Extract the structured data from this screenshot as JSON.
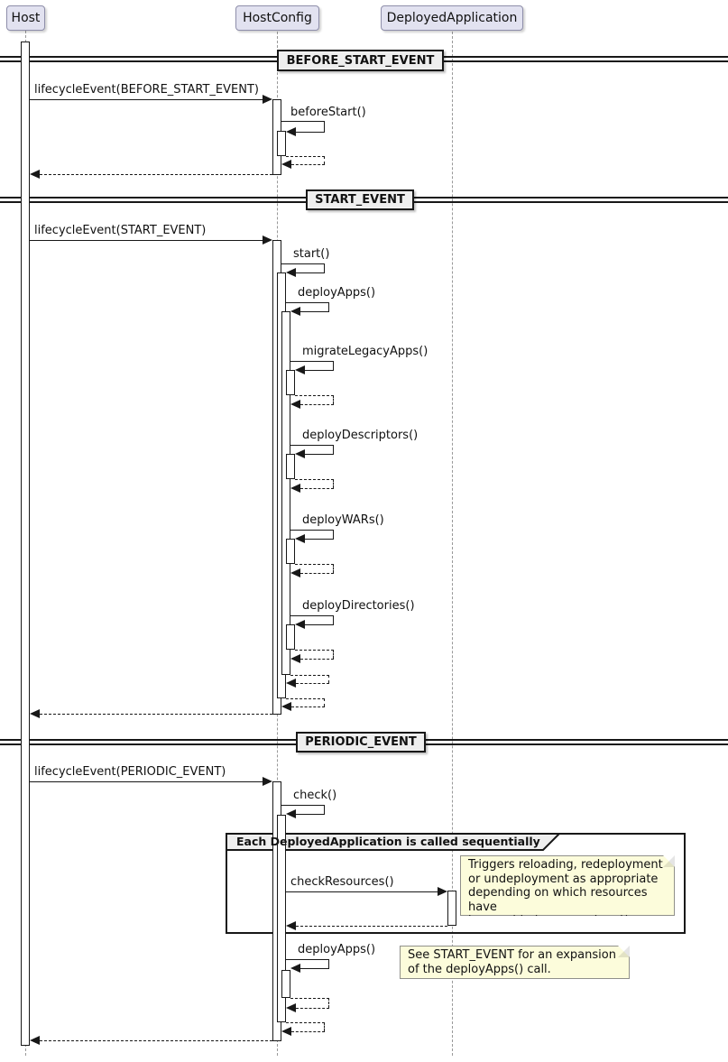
{
  "diagram": {
    "participants": [
      {
        "label": "Host"
      },
      {
        "label": "HostConfig"
      },
      {
        "label": "DeployedApplication"
      }
    ],
    "dividers": [
      {
        "label": "BEFORE_START_EVENT"
      },
      {
        "label": "START_EVENT"
      },
      {
        "label": "PERIODIC_EVENT"
      }
    ],
    "messages": {
      "lifecycle_before": "lifecycleEvent(BEFORE_START_EVENT)",
      "before_start": "beforeStart()",
      "lifecycle_start": "lifecycleEvent(START_EVENT)",
      "start": "start()",
      "deploy_apps": "deployApps()",
      "migrate_legacy_apps": "migrateLegacyApps()",
      "deploy_descriptors": "deployDescriptors()",
      "deploy_wars": "deployWARs()",
      "deploy_directories": "deployDirectories()",
      "lifecycle_periodic": "lifecycleEvent(PERIODIC_EVENT)",
      "check": "check()",
      "check_resources": "checkResources()",
      "deploy_apps_periodic": "deployApps()"
    },
    "group": {
      "title": "Each DeployedApplication is called sequentially"
    },
    "notes": [
      {
        "text": "Triggers reloading, redeployment\nor undeployment as appropriate\ndepending on which resources have\nbeen added, removed and/or changed."
      },
      {
        "text": "See START_EVENT for an expansion\nof the deployApps() call."
      }
    ],
    "colors": {
      "line": "#181818",
      "lifeline": "#999999",
      "participant_fill": "#E2E2F0",
      "participant_border": "#8E8EAA",
      "note_fill": "#FCFCDB",
      "note_border": "#90908A",
      "divider_fill": "#EEEEEE"
    }
  }
}
